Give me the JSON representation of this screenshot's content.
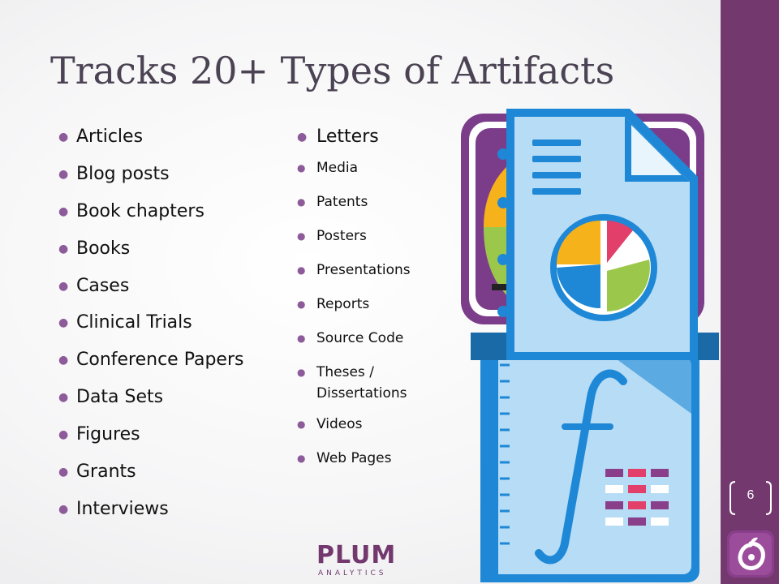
{
  "slide": {
    "title": "Tracks 20+ Types of Artifacts",
    "number": "6"
  },
  "list_left": [
    "Articles",
    "Blog posts",
    "Book chapters",
    "Books",
    "Cases",
    "Clinical Trials",
    "Conference Papers",
    "Data Sets",
    "Figures",
    "Grants",
    "Interviews"
  ],
  "list_right": [
    "Letters",
    "Media",
    "Patents",
    "Posters",
    "Presentations",
    "Reports",
    "Source Code",
    "Theses / Dissertations",
    "Videos",
    "Web Pages"
  ],
  "logo": {
    "name": "PLUM",
    "subtitle": "ANALYTICS"
  },
  "colors": {
    "sidebar": "#73396f",
    "title": "#4b4353",
    "bullet": "#8e5b9a",
    "icon_blue": "#1e88d6",
    "icon_light": "#b7dcf5"
  },
  "icons": [
    "notebook-chart-icon",
    "document-pie-chart-icon",
    "formula-notebook-icon",
    "plum-logo-icon"
  ]
}
